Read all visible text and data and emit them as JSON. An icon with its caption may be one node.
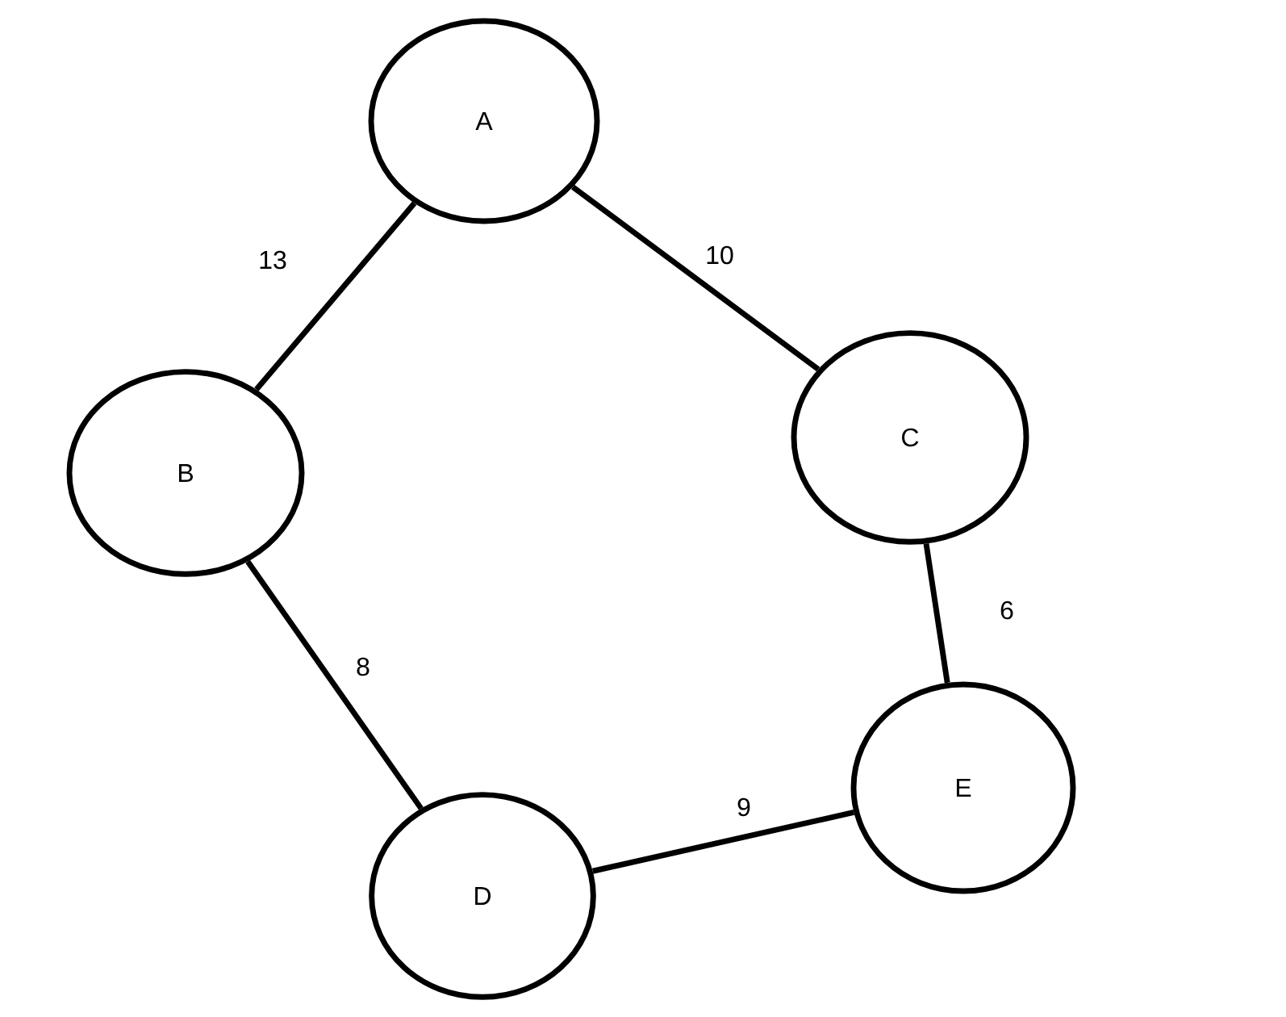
{
  "diagram": {
    "nodes": [
      {
        "text": [
          "A"
        ]
      },
      {
        "text": [
          "B"
        ]
      },
      {
        "text": [
          "C"
        ]
      },
      {
        "text": [
          "D"
        ]
      },
      {
        "text": [
          "E"
        ]
      }
    ],
    "edges": [
      {
        "from": 0,
        "to": 1,
        "arrow": "none",
        "label": "13"
      },
      {
        "from": 0,
        "to": 2,
        "arrow": "none",
        "label": "10"
      },
      {
        "from": 1,
        "to": 3,
        "arrow": "none",
        "label": "8"
      },
      {
        "from": 2,
        "to": 4,
        "arrow": "none",
        "label": "6"
      },
      {
        "from": 3,
        "to": 4,
        "arrow": "none",
        "label": "9"
      }
    ]
  }
}
